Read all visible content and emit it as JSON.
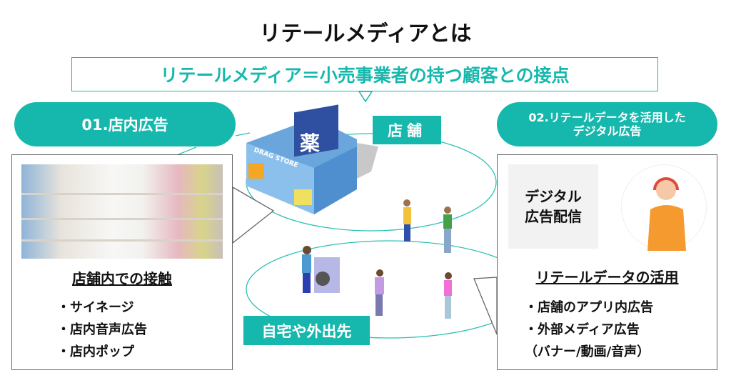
{
  "title": "リテールメディアとは",
  "subtitle": "リテールメディア＝小売事業者の持つ顧客との接点",
  "left": {
    "pill": "01.店内広告",
    "heading": "店舗内での接触",
    "items": [
      "・サイネージ",
      "・店内音声広告",
      "・店内ポップ"
    ]
  },
  "right": {
    "pill_line1": "02.リテールデータを活用した",
    "pill_line2": "デジタル広告",
    "graybox_line1": "デジタル",
    "graybox_line2": "広告配信",
    "heading": "リテールデータの活用",
    "items": [
      "・店舗のアプリ内広告",
      "・外部メディア広告",
      "（バナー/動画/音声）"
    ]
  },
  "center": {
    "store_tag": "店舗",
    "home_tag": "自宅や外出先",
    "store_sign": "DRAG STORE",
    "store_kanji": "薬"
  },
  "colors": {
    "accent": "#16b8ad"
  }
}
